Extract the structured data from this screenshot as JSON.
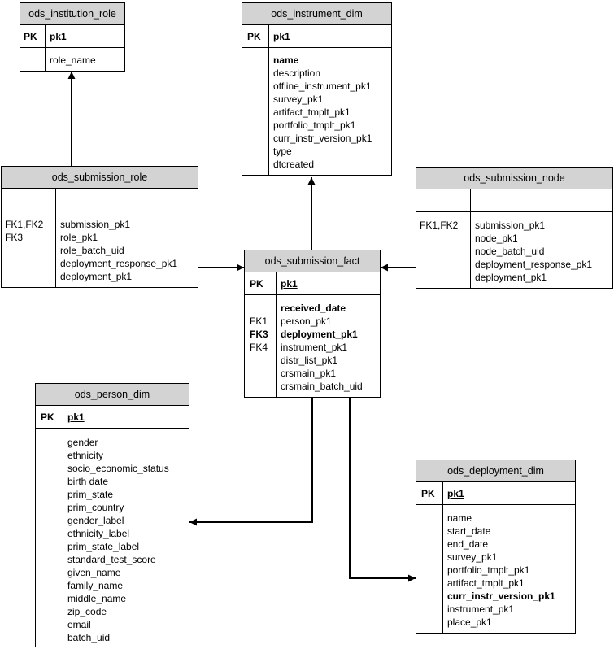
{
  "entities": {
    "institution_role": {
      "title": "ods_institution_role",
      "pk_label": "PK",
      "pk_field": "pk1",
      "attributes": [
        {
          "text": "role_name",
          "bold": false
        }
      ]
    },
    "instrument_dim": {
      "title": "ods_instrument_dim",
      "pk_label": "PK",
      "pk_field": "pk1",
      "attributes": [
        {
          "text": "name",
          "bold": true
        },
        {
          "text": "description",
          "bold": false
        },
        {
          "text": "offline_instrument_pk1",
          "bold": false
        },
        {
          "text": "survey_pk1",
          "bold": false
        },
        {
          "text": "artifact_tmplt_pk1",
          "bold": false
        },
        {
          "text": "portfolio_tmplt_pk1",
          "bold": false
        },
        {
          "text": "curr_instr_version_pk1",
          "bold": false
        },
        {
          "text": "type",
          "bold": false
        },
        {
          "text": "dtcreated",
          "bold": false
        }
      ]
    },
    "submission_role": {
      "title": "ods_submission_role",
      "pk_label": "",
      "pk_field": "",
      "keys": [
        {
          "text": "FK1,FK2",
          "bold": false
        },
        {
          "text": "FK3",
          "bold": false
        }
      ],
      "attributes": [
        {
          "text": "submission_pk1",
          "bold": false
        },
        {
          "text": "role_pk1",
          "bold": false
        },
        {
          "text": "role_batch_uid",
          "bold": false
        },
        {
          "text": "deployment_response_pk1",
          "bold": false
        },
        {
          "text": "deployment_pk1",
          "bold": false
        }
      ]
    },
    "submission_node": {
      "title": "ods_submission_node",
      "pk_label": "",
      "pk_field": "",
      "keys": [
        {
          "text": "FK1,FK2",
          "bold": false
        }
      ],
      "attributes": [
        {
          "text": "submission_pk1",
          "bold": false
        },
        {
          "text": "node_pk1",
          "bold": false
        },
        {
          "text": "node_batch_uid",
          "bold": false
        },
        {
          "text": "deployment_response_pk1",
          "bold": false
        },
        {
          "text": "deployment_pk1",
          "bold": false
        }
      ]
    },
    "submission_fact": {
      "title": "ods_submission_fact",
      "pk_label": "PK",
      "pk_field": "pk1",
      "keys": [
        {
          "text": "",
          "bold": false
        },
        {
          "text": "FK1",
          "bold": false
        },
        {
          "text": "FK3",
          "bold": true
        },
        {
          "text": "FK4",
          "bold": false
        }
      ],
      "attributes": [
        {
          "text": "received_date",
          "bold": true
        },
        {
          "text": "person_pk1",
          "bold": false
        },
        {
          "text": "deployment_pk1",
          "bold": true
        },
        {
          "text": "instrument_pk1",
          "bold": false
        },
        {
          "text": "distr_list_pk1",
          "bold": false
        },
        {
          "text": "crsmain_pk1",
          "bold": false
        },
        {
          "text": "crsmain_batch_uid",
          "bold": false
        }
      ]
    },
    "person_dim": {
      "title": "ods_person_dim",
      "pk_label": "PK",
      "pk_field": "pk1",
      "attributes": [
        {
          "text": "gender",
          "bold": false
        },
        {
          "text": "ethnicity",
          "bold": false
        },
        {
          "text": "socio_economic_status",
          "bold": false
        },
        {
          "text": "birth date",
          "bold": false
        },
        {
          "text": "prim_state",
          "bold": false
        },
        {
          "text": "prim_country",
          "bold": false
        },
        {
          "text": "gender_label",
          "bold": false
        },
        {
          "text": "ethnicity_label",
          "bold": false
        },
        {
          "text": "prim_state_label",
          "bold": false
        },
        {
          "text": "standard_test_score",
          "bold": false
        },
        {
          "text": "given_name",
          "bold": false
        },
        {
          "text": "family_name",
          "bold": false
        },
        {
          "text": "middle_name",
          "bold": false
        },
        {
          "text": "zip_code",
          "bold": false
        },
        {
          "text": "email",
          "bold": false
        },
        {
          "text": "batch_uid",
          "bold": false
        }
      ]
    },
    "deployment_dim": {
      "title": "ods_deployment_dim",
      "pk_label": "PK",
      "pk_field": "pk1",
      "attributes": [
        {
          "text": "name",
          "bold": false
        },
        {
          "text": "start_date",
          "bold": false
        },
        {
          "text": "end_date",
          "bold": false
        },
        {
          "text": "survey_pk1",
          "bold": false
        },
        {
          "text": "portfolio_tmplt_pk1",
          "bold": false
        },
        {
          "text": "artifact_tmplt_pk1",
          "bold": false
        },
        {
          "text": "curr_instr_version_pk1",
          "bold": true
        },
        {
          "text": "instrument_pk1",
          "bold": false
        },
        {
          "text": "place_pk1",
          "bold": false
        }
      ]
    }
  },
  "colors": {
    "header_fill": "#d3d3d3",
    "line": "#000000"
  }
}
